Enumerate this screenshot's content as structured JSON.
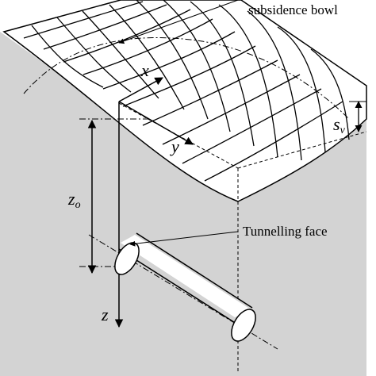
{
  "labels": {
    "subsidence_bowl": "subsidence bowl",
    "tunnelling_face": "Tunnelling face",
    "x_axis": "x",
    "y_axis": "y",
    "z_axis": "z",
    "depth_symbol": "z",
    "depth_subscript": "o",
    "settlement_symbol": "s",
    "settlement_subscript": "v"
  },
  "colors": {
    "ground": "#d3d3d3",
    "surface": "#ffffff",
    "line": "#000000"
  }
}
